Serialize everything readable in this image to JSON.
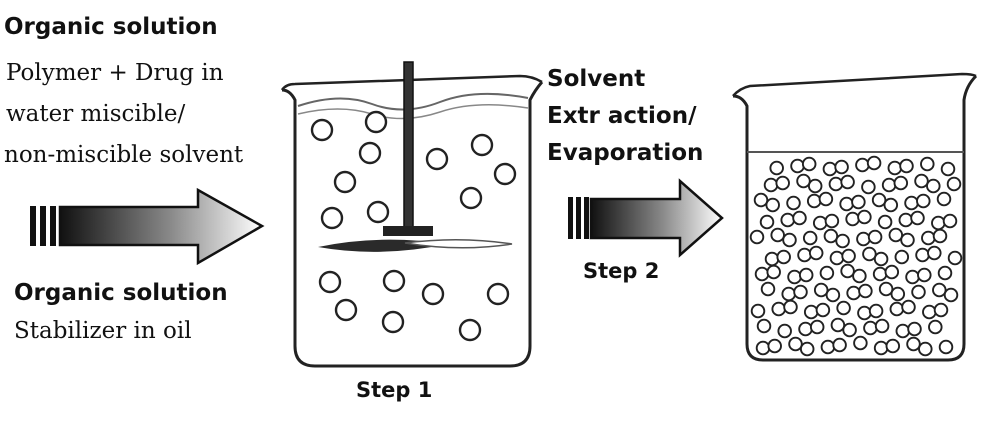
{
  "labels": {
    "organic_solution_top": "Organic solution",
    "polymer_line1": "Polymer + Drug in",
    "polymer_line2": "water miscible/",
    "polymer_line3": "non-miscible solvent",
    "organic_solution_bottom": "Organic solution",
    "stabilizer": "Stabilizer in oil",
    "step1": "Step 1",
    "solvent_line1": "Solvent",
    "solvent_line2": "Extr action/",
    "solvent_line3": "Evaporation",
    "step2": "Step 2"
  },
  "colors": {
    "ink": "#111111",
    "line": "#222222",
    "liquid_line": "#666666"
  }
}
